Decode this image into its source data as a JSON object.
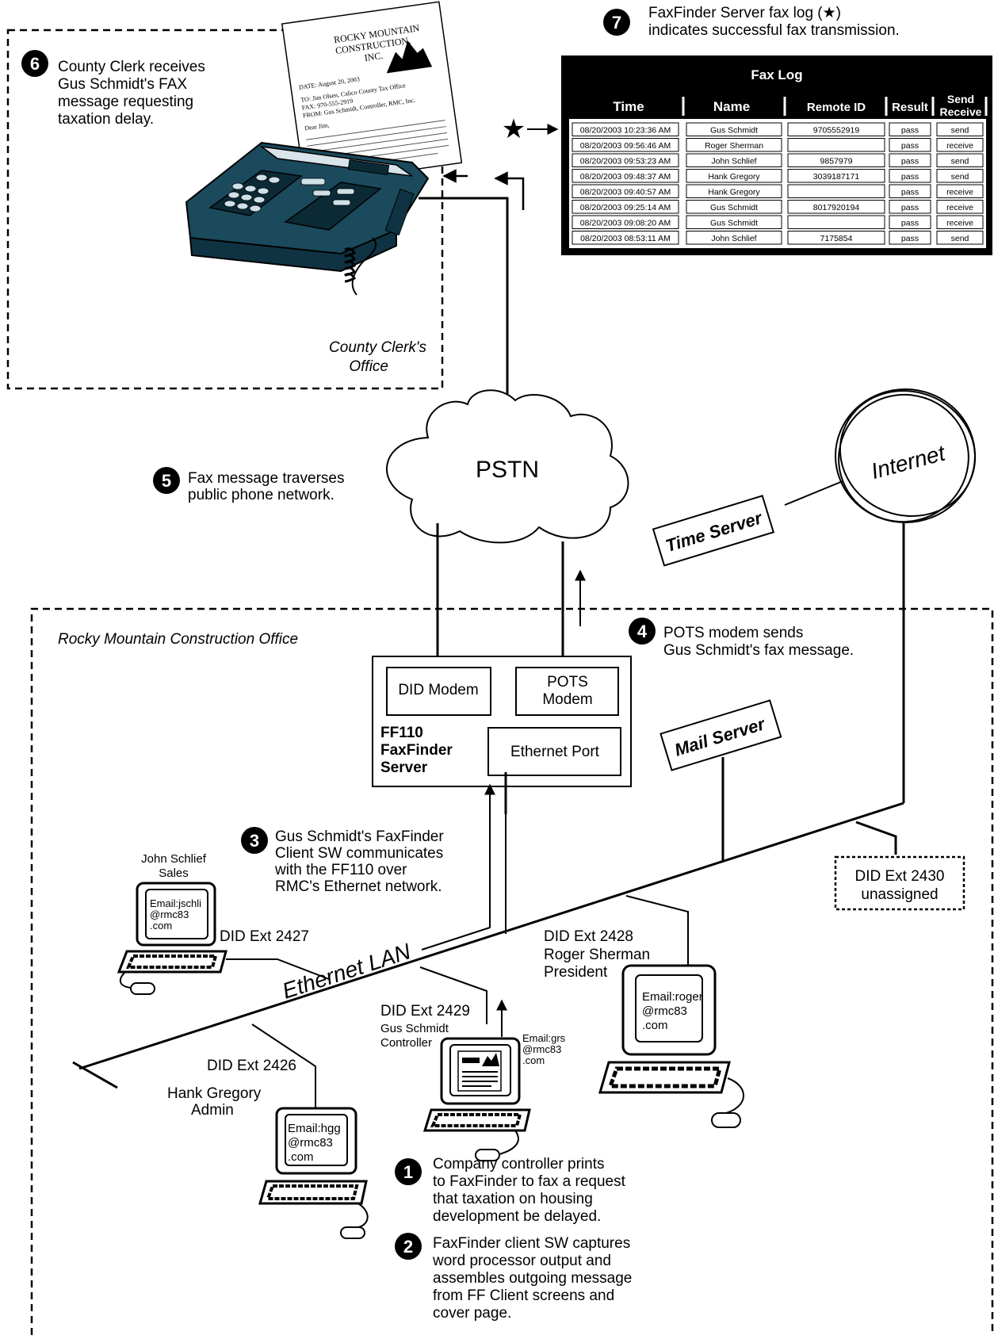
{
  "steps": [
    {
      "num": "1",
      "lines": [
        "Company controller prints",
        "to FaxFinder to fax a request",
        "that taxation on housing",
        "development be delayed."
      ]
    },
    {
      "num": "2",
      "lines": [
        "FaxFinder client SW captures",
        "word processor output and",
        "assembles outgoing message",
        "from FF Client screens and",
        "cover page."
      ]
    },
    {
      "num": "3",
      "lines": [
        "Gus Schmidt's FaxFinder",
        "Client SW communicates",
        "with the FF110 over",
        "RMC's Ethernet network."
      ]
    },
    {
      "num": "4",
      "lines": [
        "POTS modem sends",
        "Gus Schmidt's fax message."
      ]
    },
    {
      "num": "5",
      "lines": [
        "Fax message traverses",
        "public phone network."
      ]
    },
    {
      "num": "6",
      "lines": [
        "County Clerk  receives",
        "Gus Schmidt's FAX",
        "message requesting",
        "taxation delay."
      ]
    },
    {
      "num": "7",
      "lines": [
        "FaxFinder Server fax log (★)",
        "indicates successful fax transmission."
      ]
    }
  ],
  "county_office": [
    "County Clerk's",
    "Office"
  ],
  "rmc_office": "Rocky Mountain Construction Office",
  "pstn": "PSTN",
  "internet": "Internet",
  "time_server": "Time Server",
  "mail_server": "Mail Server",
  "ethernet_lan": "Ethernet LAN",
  "server": {
    "did_modem": "DID Modem",
    "pots_modem": [
      "POTS",
      "Modem"
    ],
    "ethernet_port": "Ethernet Port",
    "name": [
      "FF110",
      "FaxFinder",
      "Server"
    ]
  },
  "did_2430": [
    "DID Ext 2430",
    "unassigned"
  ],
  "users": {
    "john": {
      "name": [
        "John Schlief",
        "Sales"
      ],
      "ext": "DID Ext 2427",
      "email": [
        "Email:jschli",
        "@rmc83",
        ".com"
      ]
    },
    "roger": {
      "ext": "DID Ext 2428",
      "name": [
        "Roger Sherman",
        "President"
      ],
      "email": [
        "Email:roger",
        "@rmc83",
        ".com"
      ]
    },
    "gus": {
      "ext": "DID Ext 2429",
      "name": [
        "Gus Schmidt",
        "Controller"
      ],
      "email": [
        "Email:grs",
        "@rmc83",
        ".com"
      ]
    },
    "hank": {
      "ext": "DID Ext 2426",
      "name": [
        "Hank Gregory",
        "Admin"
      ],
      "email": [
        "Email:hgg",
        "@rmc83",
        ".com"
      ]
    }
  },
  "fax_paper": {
    "company": [
      "ROCKY MOUNTAIN",
      "CONSTRUCTION,",
      "INC."
    ],
    "header_lines": [
      "DATE: August 20, 2003",
      "TO: Jim Olsen, Calico County Tax Office",
      "FAX: 970-555-2919",
      "FROM: Gus Schmidt, Controller, RMC, Inc.",
      "Dear Jim,"
    ]
  },
  "fax_log": {
    "title": "Fax Log",
    "columns": [
      "Time",
      "Name",
      "Remote ID",
      "Result",
      "Send",
      "Receive"
    ],
    "rows": [
      [
        "08/20/2003 10:23:36 AM",
        "Gus Schmidt",
        "9705552919",
        "pass",
        "send"
      ],
      [
        "08/20/2003 09:56:46 AM",
        "Roger Sherman",
        "",
        "pass",
        "receive"
      ],
      [
        "08/20/2003 09:53:23 AM",
        "John Schlief",
        "9857979",
        "pass",
        "send"
      ],
      [
        "08/20/2003 09:48:37 AM",
        "Hank Gregory",
        "3039187171",
        "pass",
        "send"
      ],
      [
        "08/20/2003 09:40:57 AM",
        "Hank Gregory",
        "",
        "pass",
        "receive"
      ],
      [
        "08/20/2003 09:25:14 AM",
        "Gus Schmidt",
        "8017920194",
        "pass",
        "receive"
      ],
      [
        "08/20/2003 09:08:20 AM",
        "Gus Schmidt",
        "",
        "pass",
        "receive"
      ],
      [
        "08/20/2003 08:53:11 AM",
        "John Schlief",
        "7175854",
        "pass",
        "send"
      ]
    ],
    "star": "★"
  }
}
